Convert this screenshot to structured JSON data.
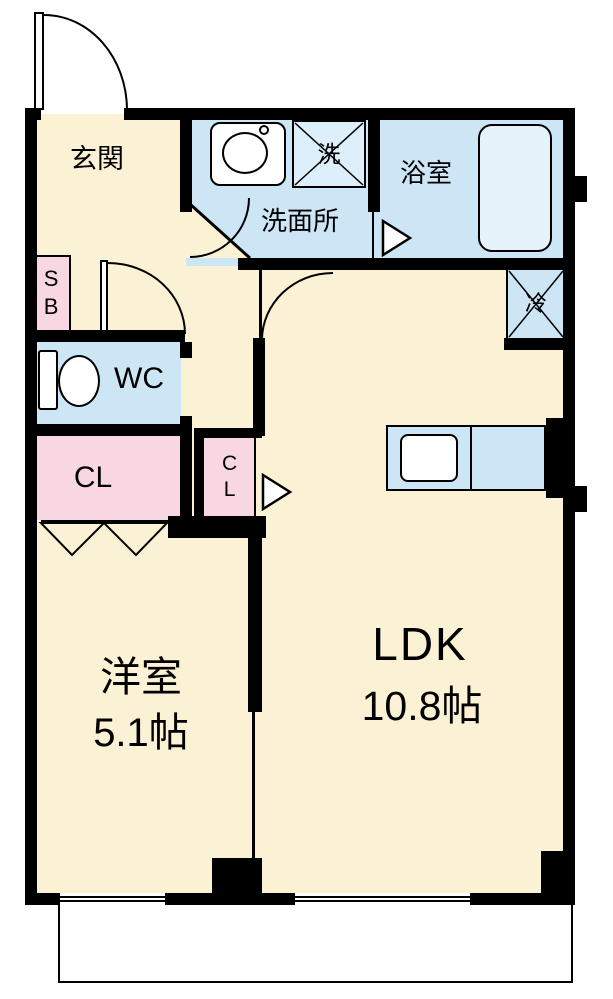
{
  "colors": {
    "cream": "#FBF2D6",
    "blue": "#CDE6F5",
    "pink": "#F8D7E3",
    "tub": "#E7F3FB",
    "wall": "#000000"
  },
  "labels": {
    "genkan": "玄関",
    "washroom": "洗面所",
    "washer": "洗",
    "bath": "浴室",
    "shoebox": "SB",
    "wc": "WC",
    "closet": "CL",
    "closet_small": "CL",
    "fridge": "冷",
    "western_name": "洋室",
    "western_size": "5.1帖",
    "ldk_name": "LDK",
    "ldk_size": "10.8帖"
  }
}
